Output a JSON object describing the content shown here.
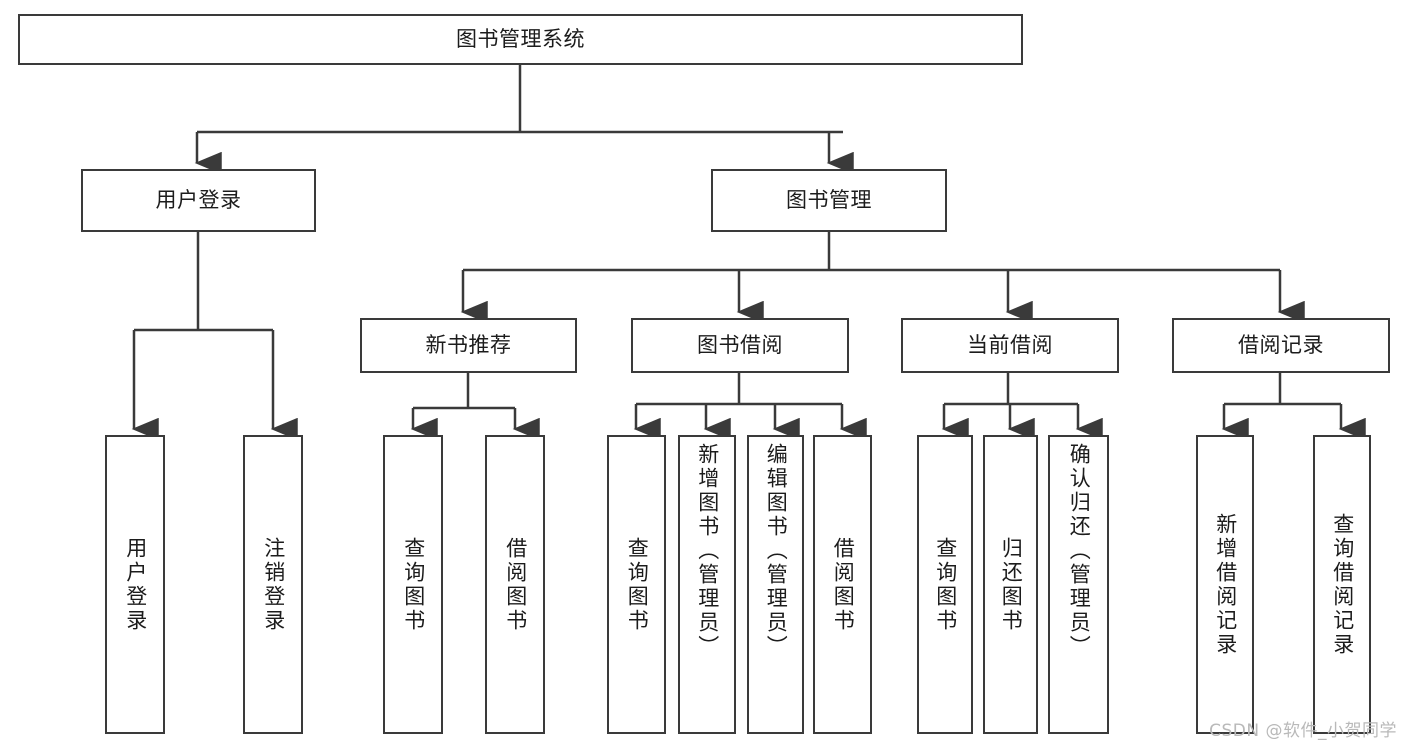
{
  "diagram": {
    "title": "图书管理系统",
    "type": "tree",
    "stroke_color": "#3a3a3a",
    "text_color": "#1c1c1c",
    "background_color": "#ffffff",
    "root": {
      "id": "root",
      "label": "图书管理系统"
    },
    "level2": [
      {
        "id": "user-login",
        "label": "用户登录"
      },
      {
        "id": "book-manage",
        "label": "图书管理"
      }
    ],
    "level3": [
      {
        "id": "new-book-rec",
        "label": "新书推荐",
        "parent": "book-manage"
      },
      {
        "id": "book-borrow",
        "label": "图书借阅",
        "parent": "book-manage"
      },
      {
        "id": "current-borrow",
        "label": "当前借阅",
        "parent": "book-manage"
      },
      {
        "id": "borrow-record",
        "label": "借阅记录",
        "parent": "book-manage"
      }
    ],
    "leaves": [
      {
        "id": "leaf-user-login",
        "label": "用户登录",
        "parent": "user-login"
      },
      {
        "id": "leaf-user-logout",
        "label": "注销登录",
        "parent": "user-login"
      },
      {
        "id": "leaf-query-book-1",
        "label": "查询图书",
        "parent": "new-book-rec"
      },
      {
        "id": "leaf-borrow-book-1",
        "label": "借阅图书",
        "parent": "new-book-rec"
      },
      {
        "id": "leaf-query-book-2",
        "label": "查询图书",
        "parent": "book-borrow"
      },
      {
        "id": "leaf-add-book",
        "label": "新增图书（管理员）",
        "parent": "book-borrow"
      },
      {
        "id": "leaf-edit-book",
        "label": "编辑图书（管理员）",
        "parent": "book-borrow"
      },
      {
        "id": "leaf-borrow-book-2",
        "label": "借阅图书",
        "parent": "book-borrow"
      },
      {
        "id": "leaf-query-book-3",
        "label": "查询图书",
        "parent": "current-borrow"
      },
      {
        "id": "leaf-return-book",
        "label": "归还图书",
        "parent": "current-borrow"
      },
      {
        "id": "leaf-confirm-return",
        "label": "确认归还（管理员）",
        "parent": "current-borrow"
      },
      {
        "id": "leaf-add-record",
        "label": "新增借阅记录",
        "parent": "borrow-record"
      },
      {
        "id": "leaf-query-record",
        "label": "查询借阅记录",
        "parent": "borrow-record"
      }
    ]
  },
  "watermark": {
    "text": "CSDN @软件_小贺同学"
  }
}
